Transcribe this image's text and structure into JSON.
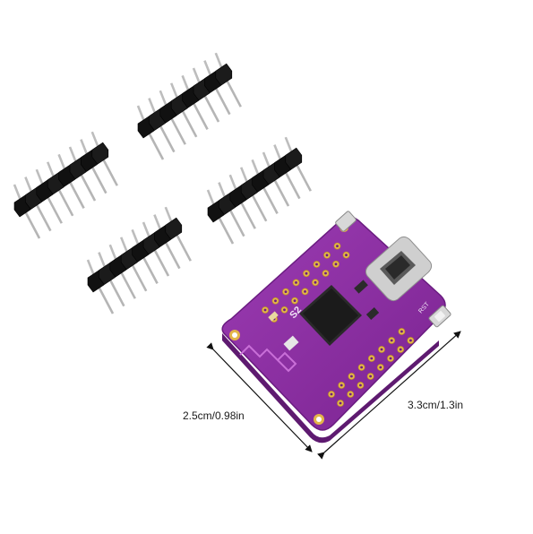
{
  "photo": {
    "subject": "purple-microcontroller-board-with-pin-headers",
    "colors": {
      "board": "#8a2ea0",
      "board_dark": "#5e1a70",
      "board_light": "#a448bb",
      "pad_gold": "#e3b548",
      "chip": "#202020",
      "header_plastic": "#141414",
      "pin_metal": "#b9b9b9",
      "usb_metal": "#cfcfcf",
      "arrow": "#111111"
    },
    "board_silkscreen": {
      "module_mark": "S2",
      "reset_mark": "RST"
    },
    "dimensions": {
      "width_label": "2.5cm/0.98in",
      "length_label": "3.3cm/1.3in"
    }
  }
}
